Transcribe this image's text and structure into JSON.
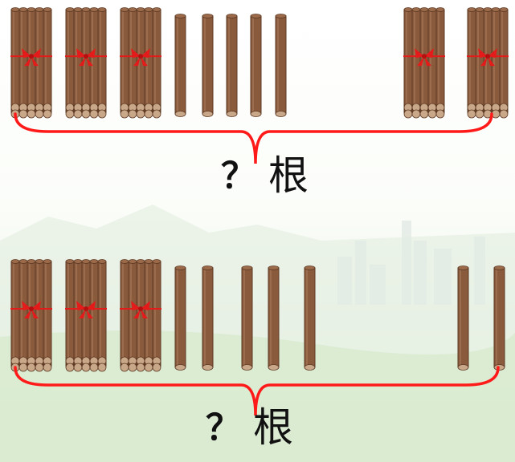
{
  "rows": [
    {
      "name": "row-top",
      "items": [
        "bundle",
        "bundle",
        "bundle",
        "stick",
        "stick",
        "stick",
        "stick",
        "stick",
        "gap",
        "bundle",
        "bundle"
      ],
      "question_mark": "？",
      "unit": "根"
    },
    {
      "name": "row-bottom",
      "items": [
        "bundle",
        "bundle",
        "bundle",
        "stick",
        "stick",
        "stick",
        "stick",
        "stick",
        "gap",
        "stick",
        "stick"
      ],
      "question_mark": "？",
      "unit": "根"
    }
  ],
  "colors": {
    "stick_fill": "#8a5a3c",
    "stick_dark": "#5e3a24",
    "stick_end": "#c9a88a",
    "ribbon": "#e31b1b",
    "brace": "#ff1a1a",
    "sky_top": "#ffffff",
    "sky_bottom": "#e9f3e4",
    "field": "#d7ead0"
  }
}
